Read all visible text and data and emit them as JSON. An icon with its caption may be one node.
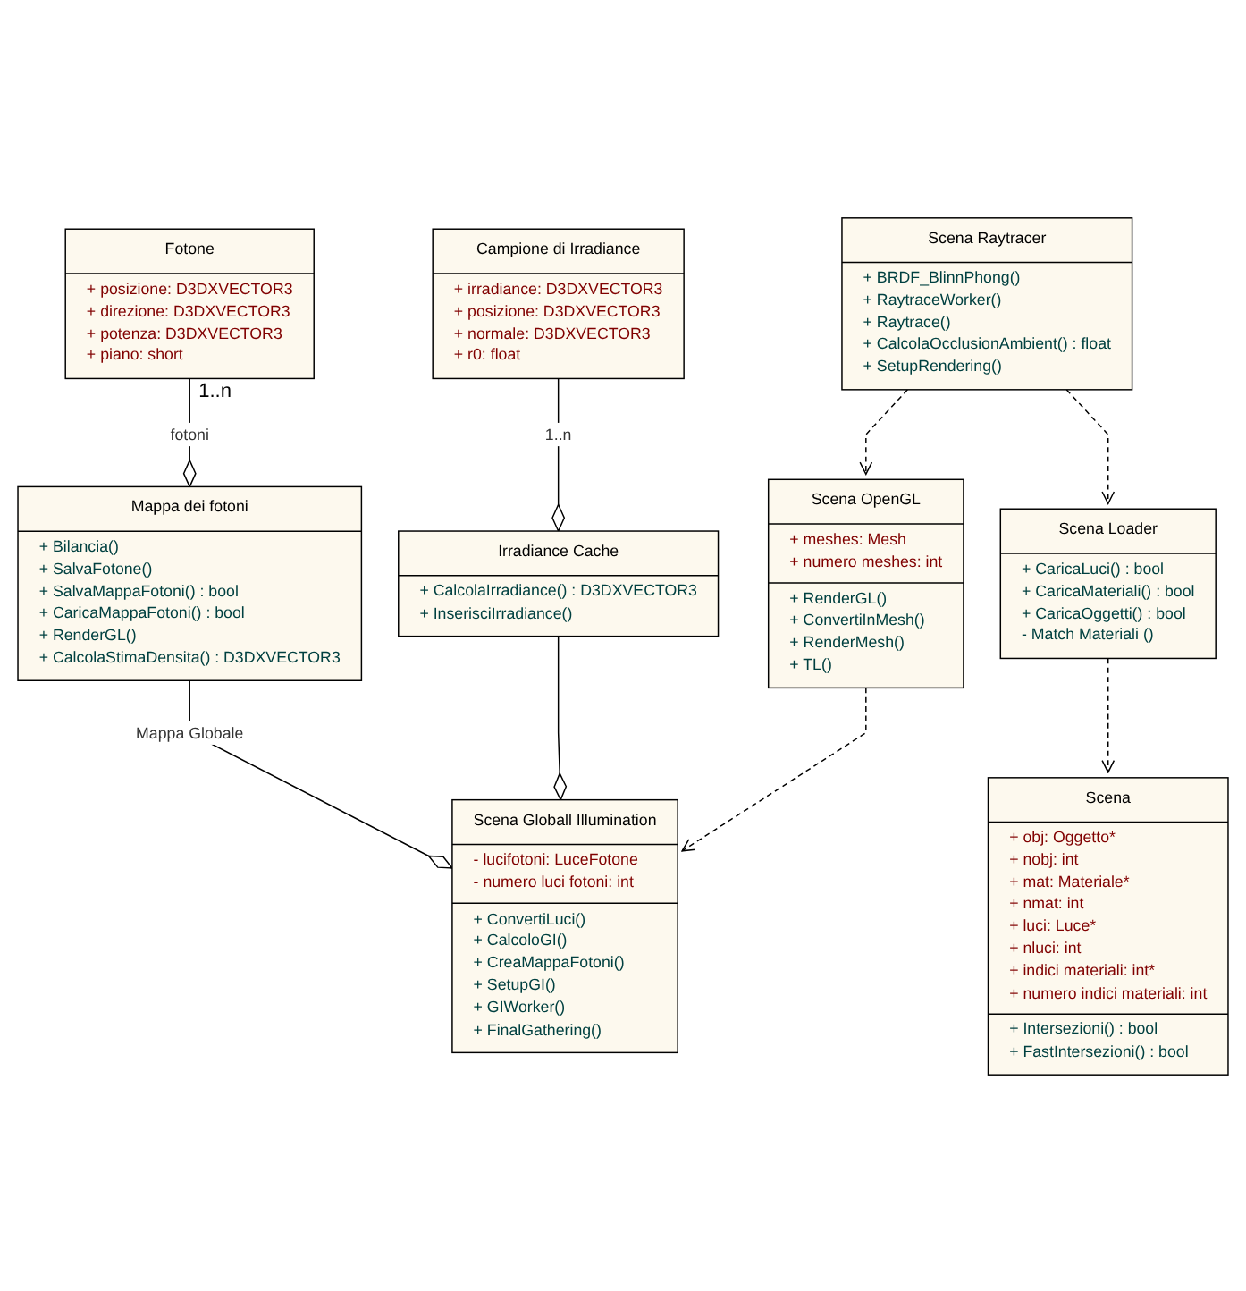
{
  "diagram": {
    "nodes": [
      {
        "text": [
          "Scena",
          "+ obj: Oggetto*",
          "+ nobj: int",
          "+ mat: Materiale*",
          "+ nmat: int",
          "+ luci: Luce*",
          "+ nluci: int",
          "+ indici materiali: int*",
          "+ numero indici materiali: int",
          "+ Intersezioni() : bool",
          "+ FastIntersezioni() : bool"
        ]
      },
      {
        "text": [
          "Scena OpenGL",
          "+ meshes: Mesh",
          "+ numero meshes: int",
          "+ RenderGL()",
          "+ ConvertiInMesh()",
          "+ RenderMesh()",
          "+ TL()"
        ]
      },
      {
        "text": [
          "Campione di Irradiance",
          "+ irradiance: D3DXVECTOR3",
          "+ posizione: D3DXVECTOR3",
          "+ normale: D3DXVECTOR3",
          "+ r0: float"
        ]
      },
      {
        "text": [
          "Irradiance Cache",
          "+ CalcolaIrradiance() : D3DXVECTOR3",
          "+ InserisciIrradiance()"
        ]
      },
      {
        "text": [
          "Scena Loader",
          "+ CaricaLuci() : bool",
          "+ CaricaMateriali() : bool",
          "+ CaricaOggetti() : bool",
          "- Match Materiali ()"
        ]
      },
      {
        "text": [
          "Scena Raytracer",
          "+ BRDF_BlinnPhong()",
          "+ RaytraceWorker()",
          "+ Raytrace()",
          "+ CalcolaOcclusionAmbient() : float",
          "+ SetupRendering()"
        ]
      },
      {
        "text": [
          "Scena Globall Illumination",
          "- lucifotoni: LuceFotone",
          "- numero luci fotoni: int",
          "+ ConvertiLuci()",
          "+ CalcoloGI()",
          "+ CreaMappaFotoni()",
          "+ SetupGI()",
          "+ GIWorker()",
          "+ FinalGathering()"
        ]
      },
      {
        "text": [
          "Fotone",
          "+ posizione: D3DXVECTOR3",
          "+ direzione: D3DXVECTOR3",
          "+ potenza: D3DXVECTOR3",
          "+ piano: short"
        ]
      },
      {
        "text": [
          "Mappa dei fotoni",
          "+ Bilancia()",
          "+ SalvaFotone()",
          "+ SalvaMappaFotoni() : bool",
          "+ CaricaMappaFotoni() : bool",
          "+ RenderGL()",
          "+ CalcolaStimaDensita() : D3DXVECTOR3"
        ]
      }
    ],
    "edges": [
      {
        "from": 4,
        "to": 0,
        "arrow": "to",
        "style": "dashed"
      },
      {
        "from": 5,
        "to": 1,
        "arrow": "to",
        "style": "dashed"
      },
      {
        "from": 5,
        "to": 4,
        "arrow": "to",
        "style": "dashed"
      },
      {
        "from": 1,
        "to": 6,
        "arrow": "to",
        "style": "dashed"
      },
      {
        "from": 2,
        "to": 3,
        "arrow": "other",
        "label": "1..n"
      },
      {
        "from": 3,
        "to": 6,
        "arrow": "other"
      },
      {
        "from": 8,
        "to": 6,
        "arrow": "other",
        "label": "Mappa Globale"
      },
      {
        "from": 7,
        "to": 8,
        "arrow": "other",
        "label": "fotoni"
      }
    ],
    "labels": [
      "1..n"
    ]
  }
}
